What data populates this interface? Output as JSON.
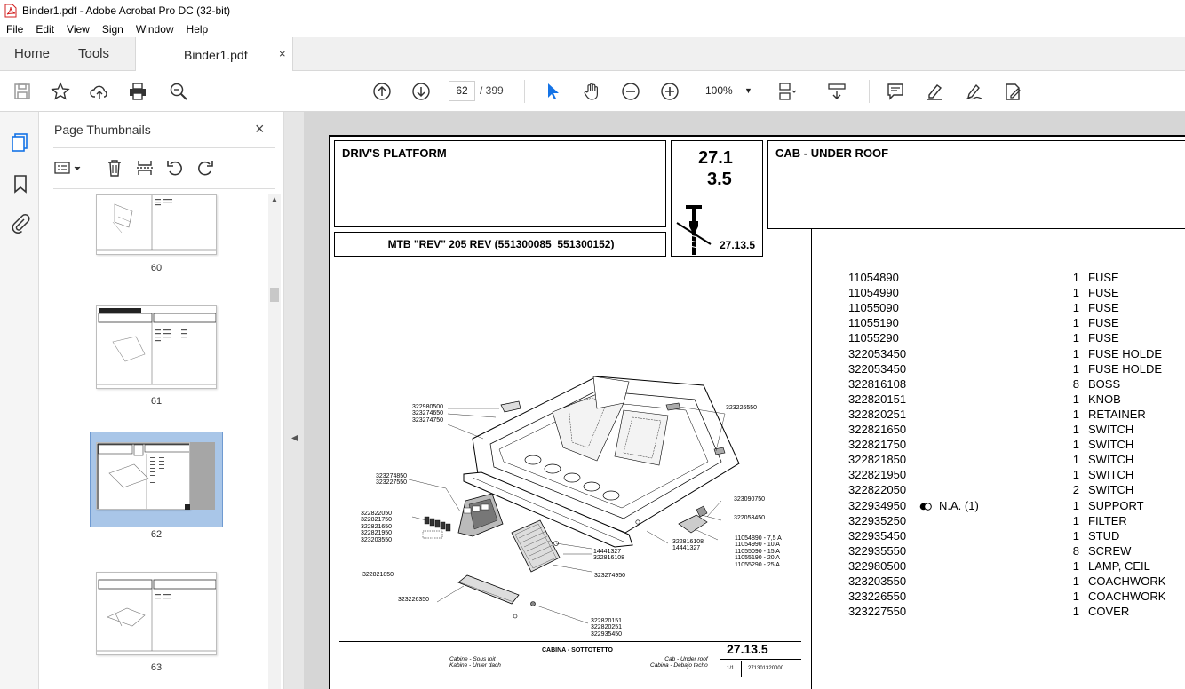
{
  "window": {
    "title": "Binder1.pdf - Adobe Acrobat Pro DC (32-bit)"
  },
  "menu": [
    "File",
    "Edit",
    "View",
    "Sign",
    "Window",
    "Help"
  ],
  "tabs": {
    "home": "Home",
    "tools": "Tools",
    "document": "Binder1.pdf",
    "close": "×"
  },
  "toolbar": {
    "page_current": "62",
    "page_total": "/ 399",
    "zoom": "100%",
    "zoom_dropdown": "▼"
  },
  "panel": {
    "title": "Page Thumbnails",
    "close": "×",
    "thumbnails": [
      {
        "label": "60"
      },
      {
        "label": "61"
      },
      {
        "label": "62",
        "selected": true
      },
      {
        "label": "63"
      }
    ]
  },
  "document": {
    "left_title": "DRIV'S PLATFORM",
    "model": "MTB \"REV\" 205 REV (551300085_551300152)",
    "section_line1": "27.1",
    "section_line2": "3.5",
    "section_small": "27.13.5",
    "right_title": "CAB - UNDER ROOF",
    "parts": [
      {
        "pn": "11054890",
        "note": "",
        "qty": "1",
        "desc": "FUSE"
      },
      {
        "pn": "11054990",
        "note": "",
        "qty": "1",
        "desc": "FUSE"
      },
      {
        "pn": "11055090",
        "note": "",
        "qty": "1",
        "desc": "FUSE"
      },
      {
        "pn": "11055190",
        "note": "",
        "qty": "1",
        "desc": "FUSE"
      },
      {
        "pn": "11055290",
        "note": "",
        "qty": "1",
        "desc": "FUSE"
      },
      {
        "pn": "322053450",
        "note": "",
        "qty": "1",
        "desc": "FUSE HOLDE"
      },
      {
        "pn": "322053450",
        "note": "",
        "qty": "1",
        "desc": "FUSE HOLDE"
      },
      {
        "pn": "322816108",
        "note": "",
        "qty": "8",
        "desc": "BOSS"
      },
      {
        "pn": "322820151",
        "note": "",
        "qty": "1",
        "desc": "KNOB"
      },
      {
        "pn": "322820251",
        "note": "",
        "qty": "1",
        "desc": "RETAINER"
      },
      {
        "pn": "322821650",
        "note": "",
        "qty": "1",
        "desc": "SWITCH"
      },
      {
        "pn": "322821750",
        "note": "",
        "qty": "1",
        "desc": "SWITCH"
      },
      {
        "pn": "322821850",
        "note": "",
        "qty": "1",
        "desc": "SWITCH"
      },
      {
        "pn": "322821950",
        "note": "",
        "qty": "1",
        "desc": "SWITCH"
      },
      {
        "pn": "322822050",
        "note": "",
        "qty": "2",
        "desc": "SWITCH"
      },
      {
        "pn": "322934950",
        "note": "N.A.  (1)",
        "qty": "1",
        "desc": "SUPPORT"
      },
      {
        "pn": "322935250",
        "note": "",
        "qty": "1",
        "desc": "FILTER"
      },
      {
        "pn": "322935450",
        "note": "",
        "qty": "1",
        "desc": "STUD"
      },
      {
        "pn": "322935550",
        "note": "",
        "qty": "8",
        "desc": "SCREW"
      },
      {
        "pn": "322980500",
        "note": "",
        "qty": "1",
        "desc": "LAMP, CEIL"
      },
      {
        "pn": "323203550",
        "note": "",
        "qty": "1",
        "desc": "COACHWORK"
      },
      {
        "pn": "323226550",
        "note": "",
        "qty": "1",
        "desc": "COACHWORK"
      },
      {
        "pn": "323227550",
        "note": "",
        "qty": "1",
        "desc": "COVER"
      }
    ],
    "callouts": {
      "c1": "322980500\n323274650\n323274750",
      "c2": "323226550",
      "c3": "323274850\n323227550",
      "c4": "322822050\n322821750\n322821650\n322821950\n323203550",
      "c5": "323090750",
      "c6": "322053450",
      "c7": "322816108\n14441327",
      "c8": "11054890 - 7,5 A\n11054990 - 10 A\n11055090 - 15 A\n11055190 - 20 A\n11055290 - 25 A",
      "c9": "14441327\n322816108",
      "c10": "322821850",
      "c11": "323274950",
      "c12": "323226350",
      "c13": "322820151\n322820251\n322935450"
    },
    "footer": {
      "center": "CABINA - SOTTOTETTO",
      "left_lines": "Cabine - Sous toit\nKabine - Unter dach",
      "right_lines": "Cab - Under roof\nCabina - Debajo techo",
      "section": "27.13.5",
      "sheet": "1/1",
      "code": "271301320000"
    }
  }
}
